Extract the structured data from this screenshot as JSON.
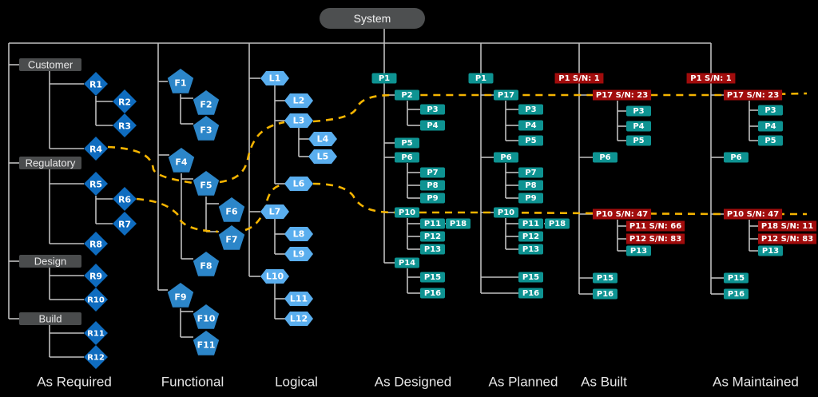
{
  "colors": {
    "background": "#000000",
    "line": "#bfbfbf",
    "trace": "#f5b400",
    "root_fill": "#4d4f50",
    "category_fill": "#4a4c4d",
    "requirement": "#0f6cbf",
    "functional": "#2c86c9",
    "logical": "#5aaeee",
    "part": "#0e9392",
    "serialized": "#a10c0c"
  },
  "root": {
    "label": "System"
  },
  "columns": [
    {
      "id": "required",
      "title": "As Required"
    },
    {
      "id": "functional",
      "title": "Functional"
    },
    {
      "id": "logical",
      "title": "Logical"
    },
    {
      "id": "designed",
      "title": "As Designed"
    },
    {
      "id": "planned",
      "title": "As Planned"
    },
    {
      "id": "built",
      "title": "As Built"
    },
    {
      "id": "maintained",
      "title": "As Maintained"
    }
  ],
  "required": {
    "categories": [
      {
        "label": "Customer",
        "items": [
          {
            "label": "R1",
            "children": [
              "R2",
              "R3"
            ]
          },
          {
            "label": "R4",
            "children": []
          }
        ]
      },
      {
        "label": "Regulatory",
        "items": [
          {
            "label": "R5",
            "children": [
              "R6",
              "R7"
            ]
          },
          {
            "label": "R8",
            "children": []
          }
        ]
      },
      {
        "label": "Design",
        "items": [
          {
            "label": "R9",
            "children": []
          },
          {
            "label": "R10",
            "children": []
          }
        ]
      },
      {
        "label": "Build",
        "items": [
          {
            "label": "R11",
            "children": []
          },
          {
            "label": "R12",
            "children": []
          }
        ]
      }
    ]
  },
  "functional": {
    "groups": [
      {
        "label": "F1",
        "children": [
          "F2",
          "F3"
        ]
      },
      {
        "label": "F4",
        "children": [
          {
            "label": "F5",
            "children": [
              "F6",
              "F7"
            ]
          },
          {
            "label": "F8",
            "children": []
          }
        ]
      },
      {
        "label": "F9",
        "children": [
          "F10",
          "F11"
        ]
      }
    ]
  },
  "logical": {
    "groups": [
      {
        "label": "L1",
        "children": [
          {
            "label": "L2",
            "children": []
          },
          {
            "label": "L3",
            "children": [
              "L4",
              "L5"
            ]
          },
          {
            "label": "L6",
            "children": []
          }
        ]
      },
      {
        "label": "L7",
        "children": [
          "L8",
          "L9"
        ]
      },
      {
        "label": "L10",
        "children": [
          "L11",
          "L12"
        ]
      }
    ]
  },
  "designed": {
    "root": "P1",
    "nodes": [
      "P2",
      "P3",
      "P4",
      "P5",
      "P6",
      "P7",
      "P8",
      "P9",
      "P10",
      "P11",
      "P18",
      "P12",
      "P13",
      "P14",
      "P15",
      "P16"
    ]
  },
  "planned": {
    "root": "P1",
    "nodes": [
      "P17",
      "P3",
      "P4",
      "P5",
      "P6",
      "P7",
      "P8",
      "P9",
      "P10",
      "P11",
      "P18",
      "P12",
      "P13",
      "P15",
      "P16"
    ]
  },
  "built": {
    "root": "P1 S/N: 1",
    "nodes": [
      "P17 S/N: 23",
      "P3",
      "P4",
      "P5",
      "P6",
      "P10 S/N: 47",
      "P11 S/N: 66",
      "P12 S/N: 83",
      "P13",
      "P15",
      "P16"
    ]
  },
  "maintained": {
    "root": "P1 S/N: 1",
    "nodes": [
      "P17 S/N: 23",
      "P3",
      "P4",
      "P5",
      "P6",
      "P10 S/N: 47",
      "P18 S/N: 11",
      "P12 S/N: 83",
      "P13",
      "P15",
      "P16"
    ]
  },
  "traces": [
    {
      "name": "trace-upper",
      "path": [
        "R4",
        "F5",
        "L3",
        "P2",
        "P17",
        "P17 S/N: 23",
        "P17 S/N: 23"
      ]
    },
    {
      "name": "trace-lower",
      "path": [
        "R6",
        "F7",
        "L6",
        "P10",
        "P10",
        "P10 S/N: 47",
        "P10 S/N: 47"
      ]
    }
  ]
}
